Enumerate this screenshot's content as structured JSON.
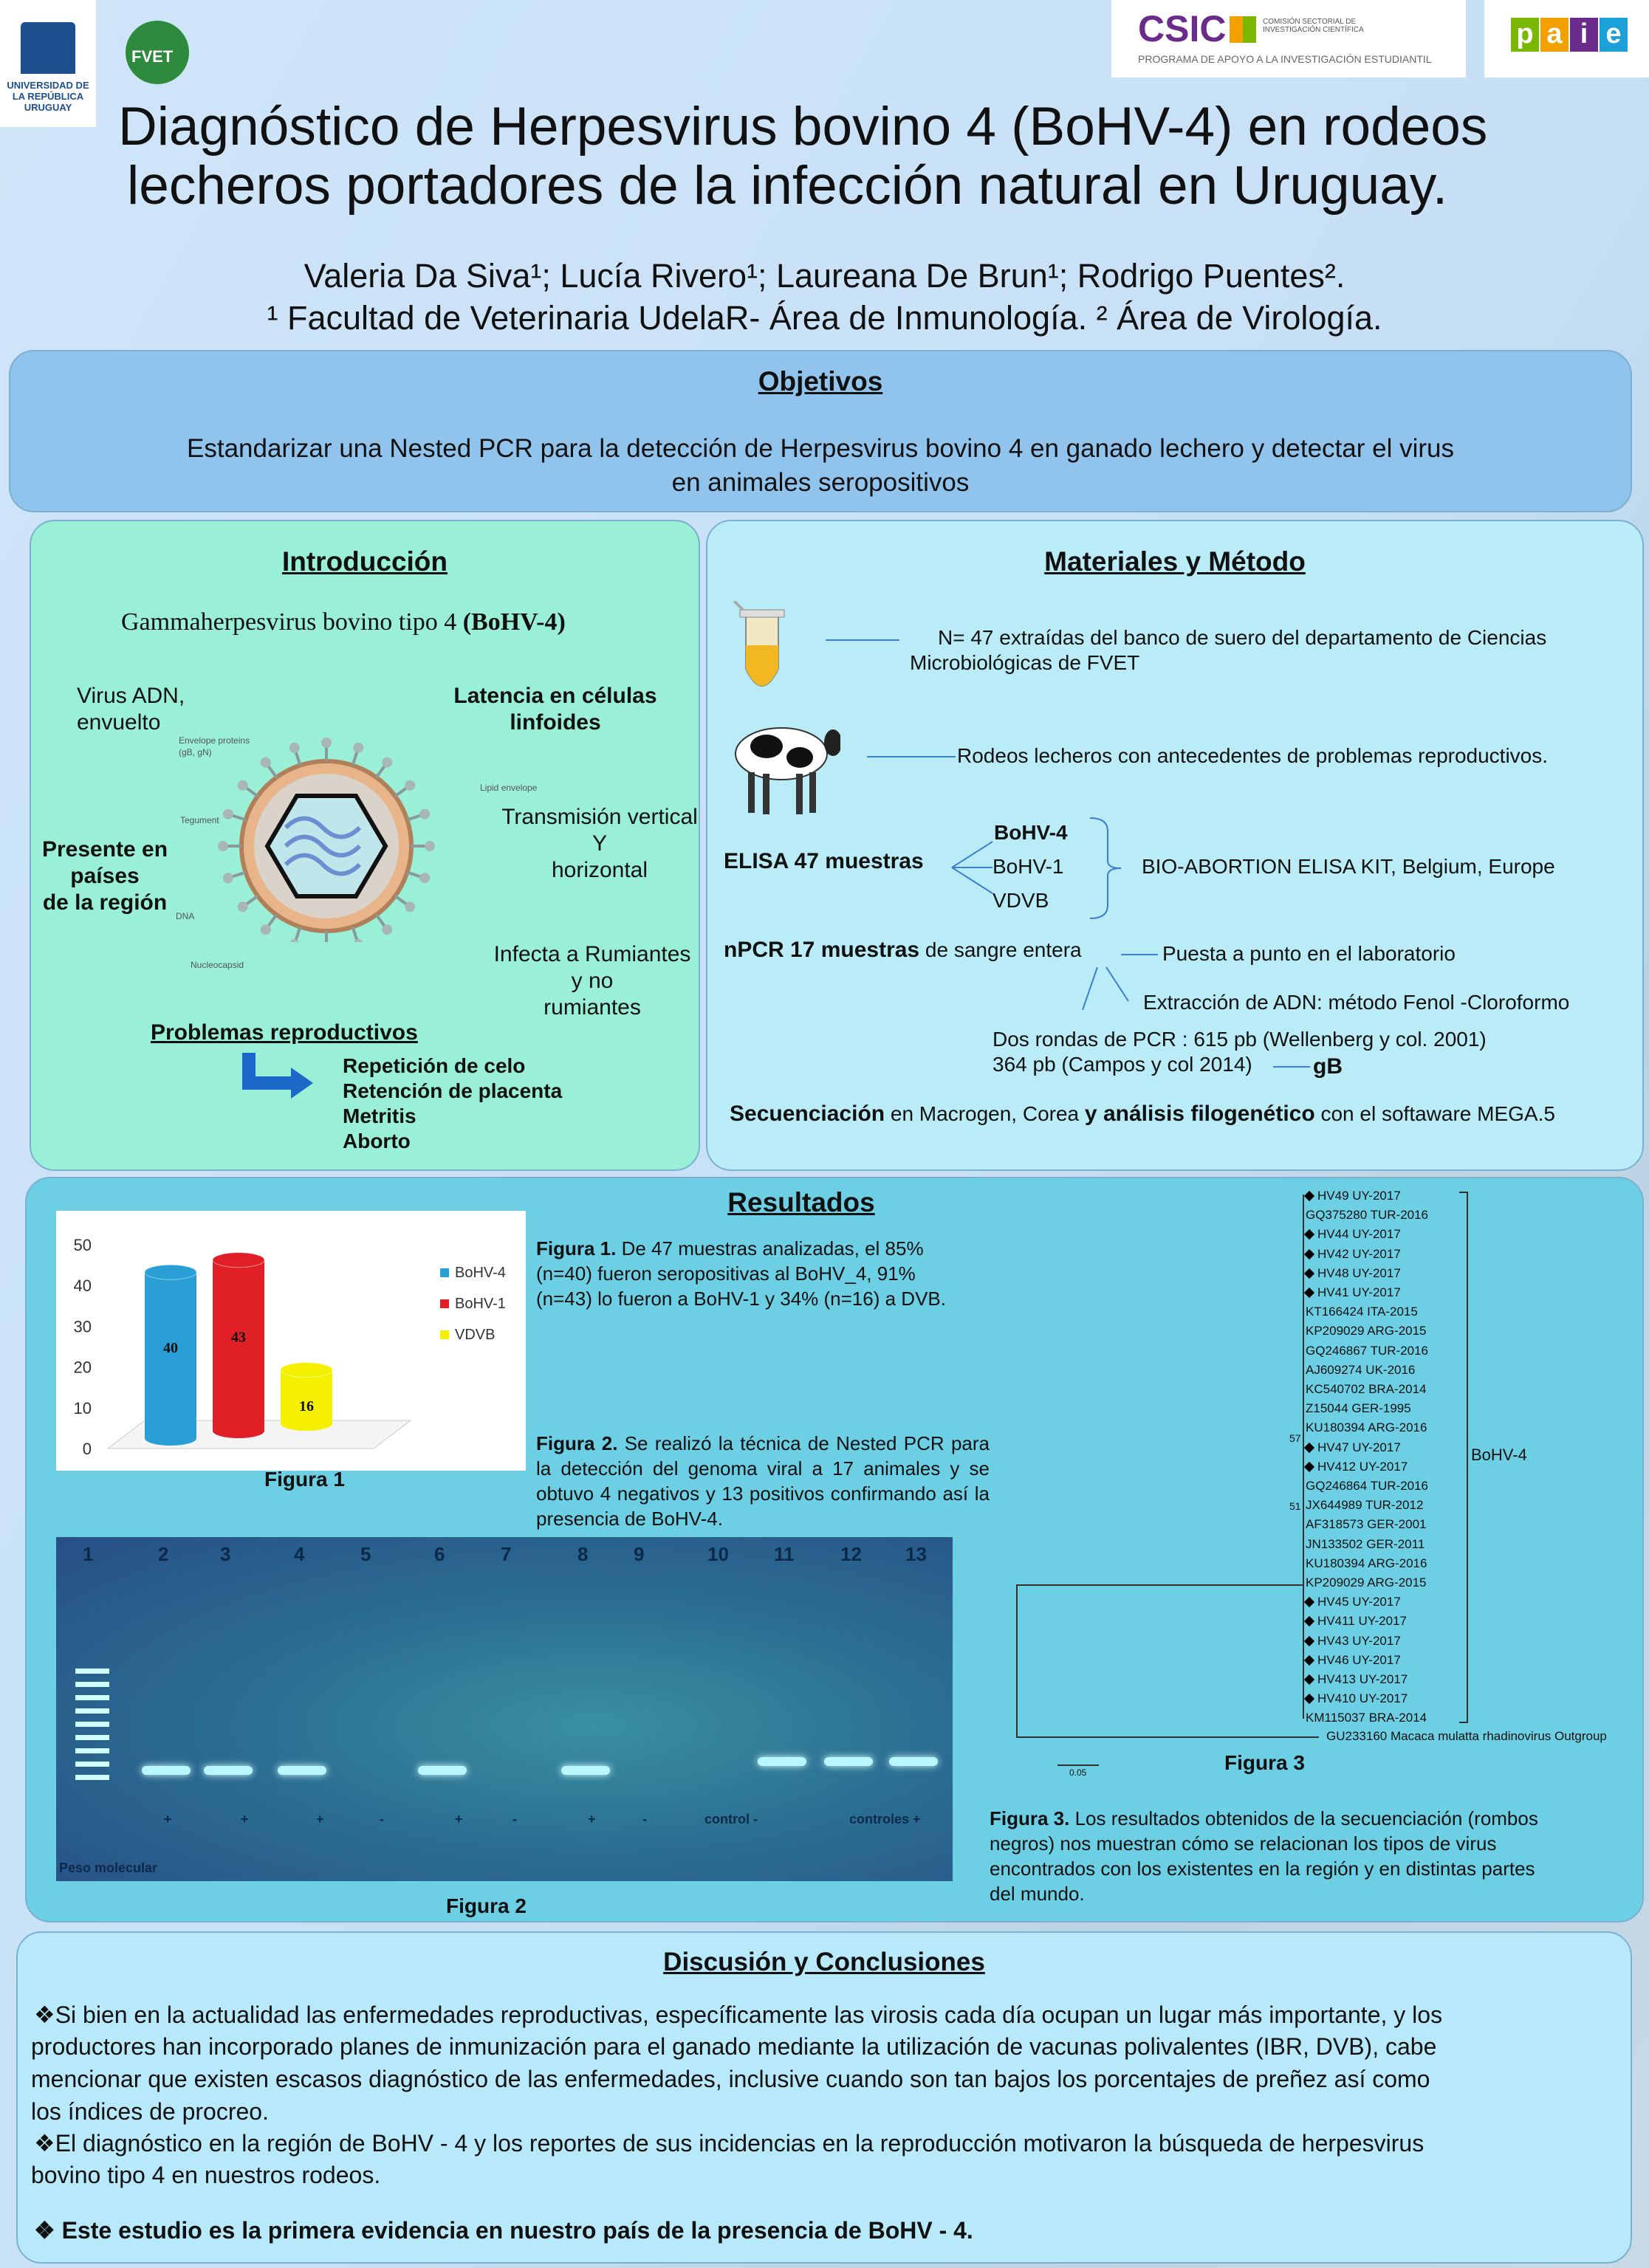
{
  "logos": {
    "udelar_text": "UNIVERSIDAD DE LA REPÚBLICA URUGUAY",
    "fvet_text": "FVET",
    "csic_text": "CSIC",
    "csic_sub": "COMISIÓN SECTORIAL DE INVESTIGACIÓN CIENTÍFICA",
    "csic_program": "PROGRAMA DE APOYO A LA INVESTIGACIÓN ESTUDIANTIL",
    "paie_letters": [
      "p",
      "a",
      "i",
      "e"
    ]
  },
  "title_line1": "Diagnóstico de Herpesvirus bovino 4 (BoHV-4) en rodeos",
  "title_line2": "lecheros portadores de la infección natural en Uruguay.",
  "authors_line1": "Valeria Da Siva¹; Lucía Rivero¹; Laureana De Brun¹; Rodrigo Puentes².",
  "authors_line2": "¹ Facultad de Veterinaria UdelaR- Área de Inmunología. ² Área de Virología.",
  "objetivos": {
    "header": "Objetivos",
    "line1": "Estandarizar una Nested PCR para la detección de Herpesvirus bovino 4 en ganado lechero y detectar el virus",
    "line2": "en animales seropositivos"
  },
  "intro": {
    "header": "Introducción",
    "subtitle": "Gammaherpesvirus bovino tipo 4",
    "subtitle_bold": "(BoHV-4)",
    "virus_adn": [
      "Virus ADN,",
      "envuelto"
    ],
    "latencia": [
      "Latencia en células",
      "linfoides"
    ],
    "transmision": [
      "Transmisión vertical",
      "Y",
      "horizontal"
    ],
    "presente": [
      "Presente en",
      "países",
      "de la región"
    ],
    "infecta": [
      "Infecta a Rumiantes",
      "y no",
      "rumiantes"
    ],
    "virion_labels": [
      "Envelope proteins",
      "(gB, gN)",
      "Lipid envelope",
      "Tegument",
      "DNA",
      "Nucleocapsid"
    ],
    "problemas": "Problemas reproductivos",
    "problemas_list": [
      "Repetición de celo",
      "Retención de placenta",
      "Metritis",
      "Aborto"
    ]
  },
  "metodos": {
    "header": "Materiales y Método",
    "n_line1": "N= 47 extraídas del banco de suero  del departamento de Ciencias",
    "n_line2": "Microbiológicas de FVET",
    "rodeos": "Rodeos lecheros con antecedentes de problemas reproductivos.",
    "elisa": "ELISA 47 muestras",
    "elisa_targets": [
      "BoHV-4",
      "BoHV-1",
      "VDVB"
    ],
    "elisa_kit": "BIO-ABORTION ELISA KIT, Belgium, Europe",
    "npcr_bold": "nPCR 17 muestras",
    "npcr_rest": "de sangre entera",
    "puesta": "Puesta a punto en el laboratorio",
    "extraccion": "Extracción de ADN: método Fenol -Cloroformo",
    "rondas1": "Dos rondas de PCR : 615 pb  (Wellenberg y col. 2001)",
    "rondas2": "364 pb (Campos y col 2014)",
    "gb": "gB",
    "sec_bold1": "Secuenciación",
    "sec_mid": "en Macrogen, Corea",
    "sec_bold2": "y análisis filogenético",
    "sec_end": "con el softaware MEGA.5"
  },
  "resultados": {
    "header": "Resultados",
    "fig1_caption_bold": "Figura 1.",
    "fig1_caption": "De 47 muestras analizadas, el 85% (n=40) fueron seropositivas al BoHV_4, 91% (n=43) lo fueron a BoHV-1 y 34% (n=16) a DVB.",
    "fig2_caption_bold": "Figura 2.",
    "fig2_caption": "Se realizó la técnica de Nested PCR para la detección del genoma viral a 17 animales y se obtuvo 4  negativos y 13 positivos confirmando así la presencia de BoHV-4.",
    "fig1_label": "Figura 1",
    "fig2_label": "Figura 2",
    "fig3_label": "Figura 3",
    "fig3_caption_bold": "Figura 3.",
    "fig3_caption": "Los resultados obtenidos de la secuenciación (rombos negros) nos muestran cómo se relacionan los tipos de virus encontrados con los existentes en la región y en distintas partes del mundo.",
    "gel_lanes": [
      "1",
      "2",
      "3",
      "4",
      "5",
      "6",
      "7",
      "8",
      "9",
      "10",
      "11",
      "12",
      "13"
    ],
    "gel_signs": [
      "+",
      "+",
      "+",
      "-",
      "+",
      "-",
      "+",
      "-",
      "control -",
      "controles +"
    ],
    "gel_marker": "Peso molecular",
    "phylo_taxa": [
      {
        "name": "HV49 UY-2017",
        "mark": true
      },
      {
        "name": "GQ375280 TUR-2016",
        "mark": false
      },
      {
        "name": "HV44 UY-2017",
        "mark": true
      },
      {
        "name": "HV42 UY-2017",
        "mark": true
      },
      {
        "name": "HV48 UY-2017",
        "mark": true
      },
      {
        "name": "HV41 UY-2017",
        "mark": true
      },
      {
        "name": "KT166424 ITA-2015",
        "mark": false
      },
      {
        "name": "KP209029 ARG-2015",
        "mark": false
      },
      {
        "name": "GQ246867 TUR-2016",
        "mark": false
      },
      {
        "name": "AJ609274 UK-2016",
        "mark": false
      },
      {
        "name": "KC540702 BRA-2014",
        "mark": false
      },
      {
        "name": "Z15044 GER-1995",
        "mark": false
      },
      {
        "name": "KU180394 ARG-2016",
        "mark": false
      },
      {
        "name": "HV47 UY-2017",
        "mark": true
      },
      {
        "name": "HV412 UY-2017",
        "mark": true
      },
      {
        "name": "GQ246864 TUR-2016",
        "mark": false
      },
      {
        "name": "JX644989 TUR-2012",
        "mark": false
      },
      {
        "name": "AF318573 GER-2001",
        "mark": false
      },
      {
        "name": "JN133502 GER-2011",
        "mark": false
      },
      {
        "name": "KU180394 ARG-2016",
        "mark": false
      },
      {
        "name": "KP209029 ARG-2015",
        "mark": false
      },
      {
        "name": "HV45 UY-2017",
        "mark": true
      },
      {
        "name": "HV411 UY-2017",
        "mark": true
      },
      {
        "name": "HV43 UY-2017",
        "mark": true
      },
      {
        "name": "HV46 UY-2017",
        "mark": true
      },
      {
        "name": "HV413 UY-2017",
        "mark": true
      },
      {
        "name": "HV410 UY-2017",
        "mark": true
      },
      {
        "name": "KM115037 BRA-2014",
        "mark": false
      },
      {
        "name": "GU233160 Macaca mulatta rhadinovirus Outgroup",
        "mark": false
      }
    ],
    "phylo_clade": "BoHV-4",
    "phylo_bootstrap": [
      "57",
      "51"
    ],
    "phylo_scale": "0.05"
  },
  "chart_data": {
    "type": "bar",
    "categories": [
      "BoHV-4",
      "BoHV-1",
      "VDVB"
    ],
    "values": [
      40,
      43,
      16
    ],
    "ylim": [
      0,
      50
    ],
    "yticks": [
      0,
      10,
      20,
      30,
      40,
      50
    ],
    "colors": [
      "#2a9fd6",
      "#e01f26",
      "#f5f000"
    ],
    "legend": [
      "BoHV-4",
      "BoHV-1",
      "VDVB"
    ],
    "legend_position": "right"
  },
  "discusion": {
    "header": "Discusión y Conclusiones",
    "p1_line1": "❖Si bien en la actualidad las enfermedades reproductivas, específicamente las virosis cada día ocupan un lugar más importante, y los",
    "p1_line2": "productores han incorporado planes de inmunización para el ganado mediante la utilización de vacunas polivalentes (IBR, DVB), cabe",
    "p1_line3": "mencionar que existen escasos diagnóstico de las enfermedades, inclusive cuando son tan bajos los porcentajes de preñez así como",
    "p1_line4": "los índices de procreo.",
    "p2_line1": "❖El diagnóstico en la región de BoHV - 4 y los reportes de sus incidencias en la  reproducción  motivaron la búsqueda de herpesvirus",
    "p2_line2": "bovino tipo 4 en nuestros rodeos.",
    "conclusion": "❖   Este estudio es la primera evidencia en nuestro país de la presencia de BoHV - 4."
  }
}
